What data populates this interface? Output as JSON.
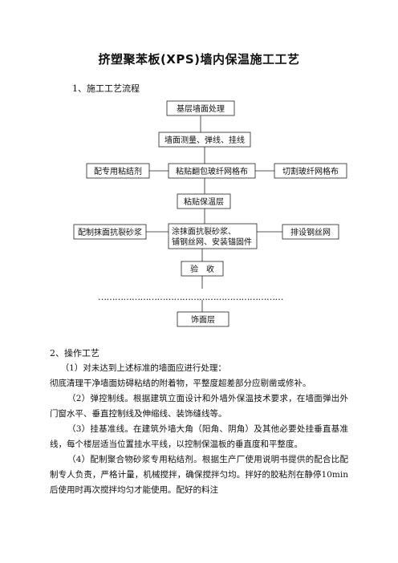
{
  "document": {
    "title": "挤塑聚苯板(XPS)墙内保温施工工艺",
    "section1": "1、施工工艺流程",
    "section2": "2、操作工艺"
  },
  "flowchart": {
    "step1": "基层墙面处理",
    "step2": "墙面测量、弹线、挂线",
    "left1": "配专用粘结剂",
    "step3": "粘贴翻包玻纤网格布",
    "right1": "切割玻纤网格布",
    "step4": "粘贴保温层",
    "left2": "配制抹面抗裂砂浆",
    "step5_line1": "涂抹面抗裂砂浆、",
    "step5_line2": "铺钢丝网、安装锚固件",
    "right2": "排设钢丝网",
    "step6": "验　收",
    "separator": "…………………………………………………………",
    "step7": "饰面层"
  },
  "content": {
    "p1": "（1）对未达到上述标准的墙面应进行处理：",
    "p2": "彻底清理干净墙面妨碍粘结的附着物，平整度超差部分应剔凿或修补。",
    "p3": "（2）弹控制线。根据建筑立面设计和外墙外保温技术要求，在墙面弹出外门窗水平、垂直控制线及伸缩线、装饰缝线等。",
    "p4": "（3）挂基准线。在建筑外墙大角（阳角、阴角）及其他必要处挂垂直基准线，每个楼层适当位置挂水平线，以控制保温板的垂直度和平整度。",
    "p5": "（4）配制聚合物砂浆专用粘结剂。根据生产厂使用说明书提供的配合比配制专人负责，严格计量，机械搅拌，确保搅拌匀均。拌好的胶粘剂在静停10min后使用时再次搅拌均匀才能使用。配好的料注"
  }
}
